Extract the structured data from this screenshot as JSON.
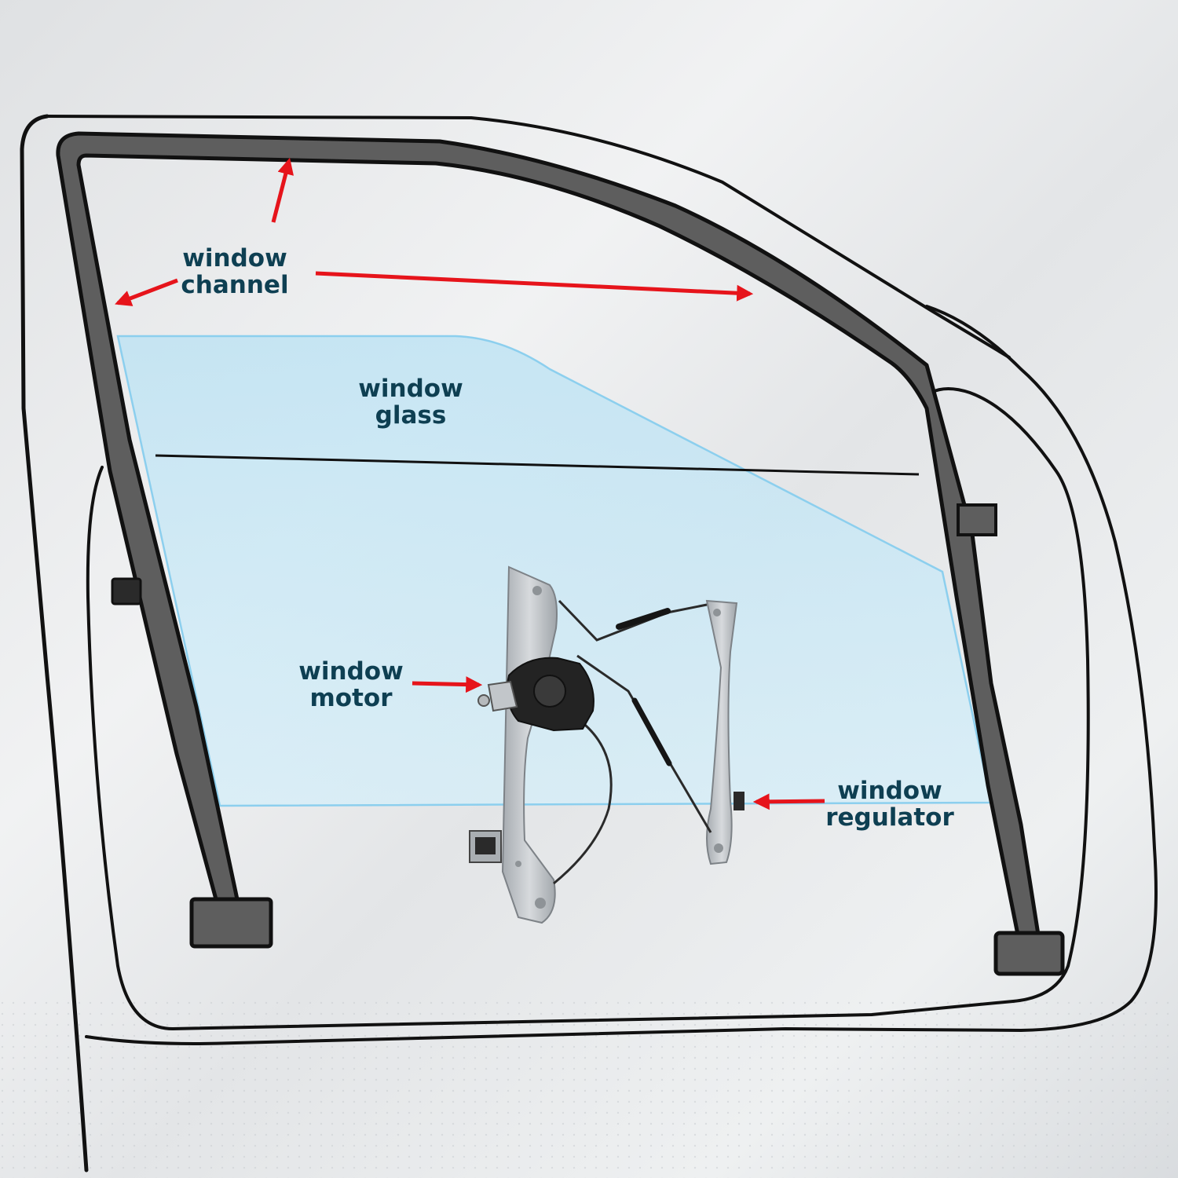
{
  "labels": {
    "channel": {
      "line1": "window",
      "line2": "channel"
    },
    "glass": {
      "line1": "window",
      "line2": "glass"
    },
    "motor": {
      "line1": "window",
      "line2": "motor"
    },
    "regulator": {
      "line1": "window",
      "line2": "regulator"
    }
  },
  "colors": {
    "label_text": "#0e3f52",
    "arrow": "#e6141b",
    "outline": "#111111",
    "channel_fill": "#5e5e5e",
    "glass_fill": "#bfe3f3",
    "glass_edge": "#8ccfee",
    "regulator_metal": "#b9bdc1",
    "motor_body": "#232323"
  }
}
